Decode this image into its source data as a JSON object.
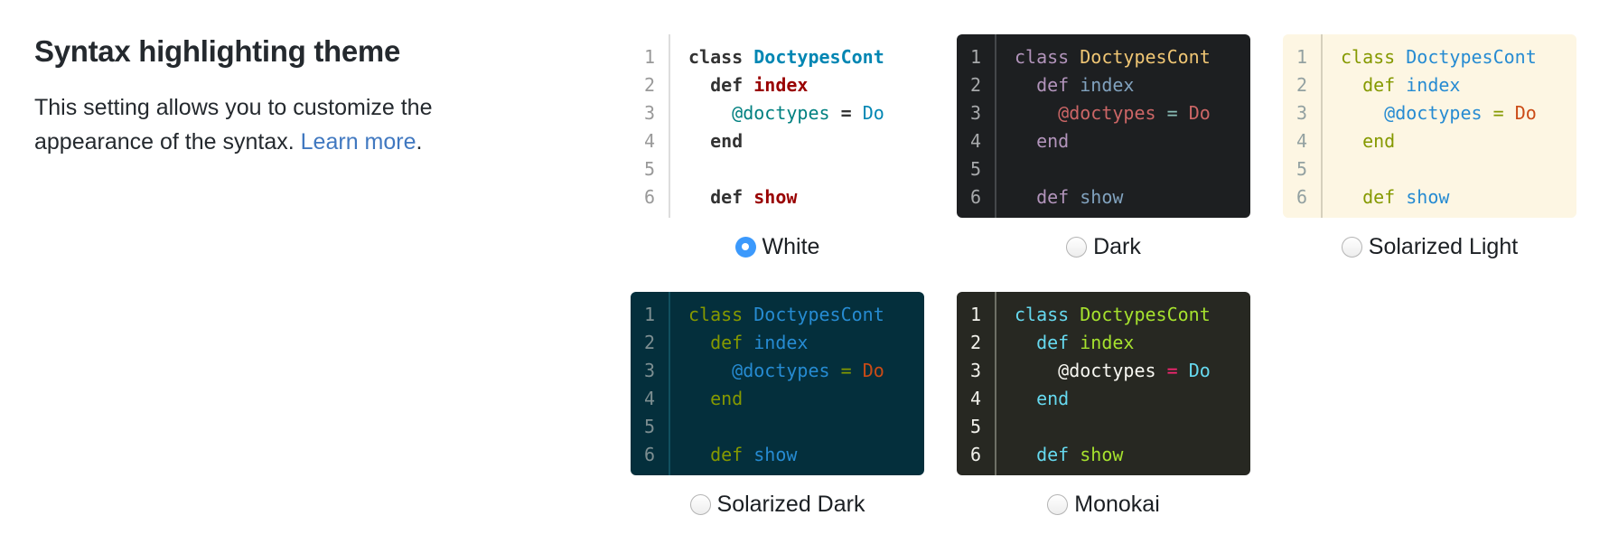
{
  "ui": {
    "background": "#ffffff",
    "text_color": "#24292e",
    "link_color": "#4078c0",
    "radio_selected_color": "#3b99fc"
  },
  "section": {
    "title": "Syntax highlighting theme",
    "description": {
      "text_before_link": "This setting allows you to customize the appearance of the syntax. ",
      "link_text": "Learn more",
      "text_after_link": "."
    }
  },
  "code_sample": {
    "line_numbers": [
      "1",
      "2",
      "3",
      "4",
      "5",
      "6"
    ],
    "lines": [
      [
        {
          "t": "class ",
          "k": "keyword"
        },
        {
          "t": "DoctypesCont",
          "k": "class_name"
        }
      ],
      [
        {
          "t": "  "
        },
        {
          "t": "def ",
          "k": "keyword"
        },
        {
          "t": "index",
          "k": "method"
        }
      ],
      [
        {
          "t": "    "
        },
        {
          "t": "@doctypes",
          "k": "ivar"
        },
        {
          "t": " "
        },
        {
          "t": "=",
          "k": "operator"
        },
        {
          "t": " "
        },
        {
          "t": "Do",
          "k": "constant"
        }
      ],
      [
        {
          "t": "  "
        },
        {
          "t": "end",
          "k": "keyword"
        }
      ],
      [],
      [
        {
          "t": "  "
        },
        {
          "t": "def ",
          "k": "keyword"
        },
        {
          "t": "show",
          "k": "method"
        }
      ]
    ]
  },
  "themes": [
    {
      "id": "white",
      "label": "White",
      "selected": true,
      "bold_tokens": [
        "keyword",
        "method",
        "class_name",
        "operator"
      ],
      "colors": {
        "bg": "#ffffff",
        "gutter_text": "#999999",
        "gutter_border": "#dddddd",
        "plain": "#333333",
        "keyword": "#333333",
        "class_name": "#0086b3",
        "method": "#990000",
        "ivar": "#008080",
        "operator": "#333333",
        "constant": "#0086b3"
      }
    },
    {
      "id": "dark",
      "label": "Dark",
      "selected": false,
      "bold_tokens": [],
      "colors": {
        "bg": "#1d1f21",
        "gutter_text": "#a7a9ab",
        "gutter_border": "#45484b",
        "plain": "#c5c8c6",
        "keyword": "#b294bb",
        "class_name": "#f0c674",
        "method": "#81a2be",
        "ivar": "#cc6666",
        "operator": "#8abeb7",
        "constant": "#cc6666"
      }
    },
    {
      "id": "solarized-light",
      "label": "Solarized Light",
      "selected": false,
      "bold_tokens": [],
      "colors": {
        "bg": "#fdf6e3",
        "gutter_text": "#93a1a1",
        "gutter_border": "#d6d0bd",
        "plain": "#657b83",
        "keyword": "#859900",
        "class_name": "#268bd2",
        "method": "#268bd2",
        "ivar": "#268bd2",
        "operator": "#859900",
        "constant": "#cb4b16"
      }
    },
    {
      "id": "solarized-dark",
      "label": "Solarized Dark",
      "selected": false,
      "bold_tokens": [],
      "colors": {
        "bg": "#042f3c",
        "gutter_text": "#7d8e91",
        "gutter_border": "#11505f",
        "plain": "#839496",
        "keyword": "#859900",
        "class_name": "#268bd2",
        "method": "#268bd2",
        "ivar": "#268bd2",
        "operator": "#859900",
        "constant": "#cb4b16"
      }
    },
    {
      "id": "monokai",
      "label": "Monokai",
      "selected": false,
      "bold_tokens": [],
      "colors": {
        "bg": "#272822",
        "gutter_text": "#f1f1eb",
        "gutter_border": "#6e7066",
        "plain": "#f8f8f2",
        "keyword": "#66d9ef",
        "class_name": "#a6e22e",
        "method": "#a6e22e",
        "ivar": "#f8f8f2",
        "operator": "#f92672",
        "constant": "#66d9ef"
      }
    }
  ]
}
